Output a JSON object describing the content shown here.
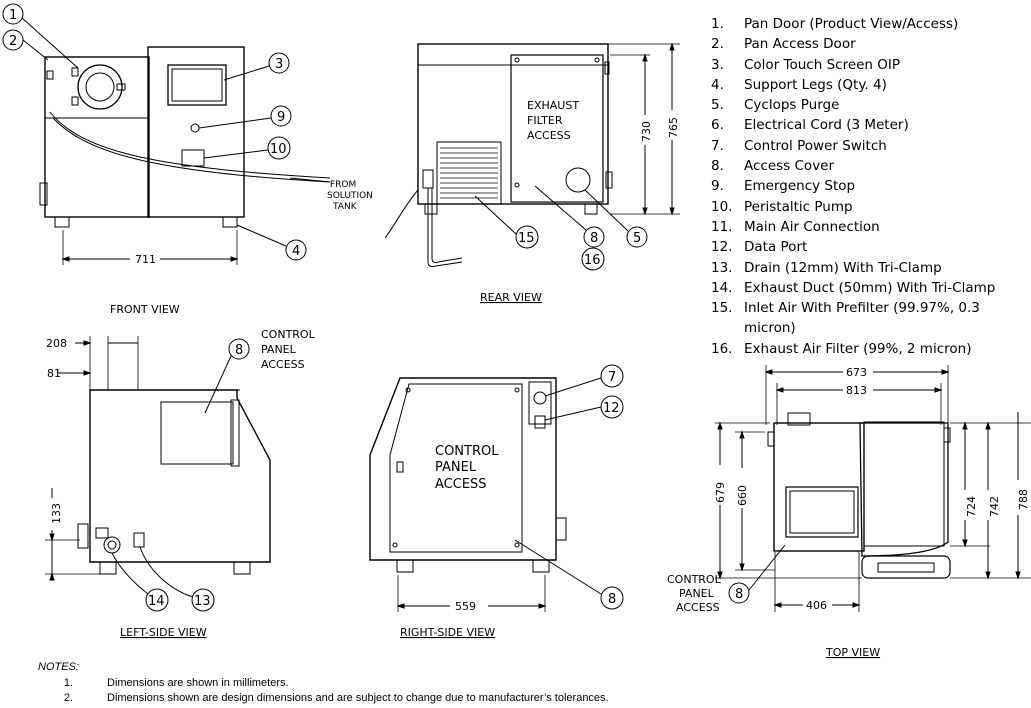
{
  "legend": [
    {
      "num": "1.",
      "text": "Pan Door (Product View/Access)"
    },
    {
      "num": "2.",
      "text": "Pan Access Door"
    },
    {
      "num": "3.",
      "text": "Color Touch Screen OIP"
    },
    {
      "num": "4.",
      "text": "Support Legs (Qty. 4)"
    },
    {
      "num": "5.",
      "text": "Cyclops Purge"
    },
    {
      "num": "6.",
      "text": "Electrical Cord (3 Meter)"
    },
    {
      "num": "7.",
      "text": "Control Power Switch"
    },
    {
      "num": "8.",
      "text": "Access Cover"
    },
    {
      "num": "9.",
      "text": "Emergency Stop"
    },
    {
      "num": "10.",
      "text": "Peristaltic Pump"
    },
    {
      "num": "11.",
      "text": "Main Air Connection"
    },
    {
      "num": "12.",
      "text": "Data Port"
    },
    {
      "num": "13.",
      "text": "Drain (12mm) With Tri-Clamp"
    },
    {
      "num": "14.",
      "text": "Exhaust Duct (50mm) With Tri-Clamp"
    },
    {
      "num": "15.",
      "text": "Inlet Air With Prefilter (99.97%, 0.3 micron)"
    },
    {
      "num": "16.",
      "text": "Exhaust Air Filter (99%, 2 micron)"
    }
  ],
  "views": {
    "front": "FRONT VIEW",
    "rear": "REAR VIEW",
    "left_side": "LEFT-SIDE VIEW",
    "right_side": "RIGHT-SIDE VIEW",
    "top": "TOP VIEW"
  },
  "labels": {
    "from_solution_tank": [
      "FROM",
      "SOLUTION",
      "TANK"
    ],
    "exhaust_filter_access": [
      "EXHAUST",
      "FILTER",
      "ACCESS"
    ],
    "control_panel_access": [
      "CONTROL",
      "PANEL",
      "ACCESS"
    ]
  },
  "dimensions": {
    "front_width": "711",
    "rear_height_730": "730",
    "rear_height_765": "765",
    "left_208": "208",
    "left_81": "81",
    "left_133": "133",
    "right_width": "559",
    "top_673": "673",
    "top_813": "813",
    "top_406": "406",
    "top_679": "679",
    "top_660": "660",
    "top_724": "724",
    "top_742": "742",
    "top_788": "788"
  },
  "callouts": {
    "c1": "1",
    "c2": "2",
    "c3": "3",
    "c4": "4",
    "c5": "5",
    "c7": "7",
    "c8": "8",
    "c9": "9",
    "c10": "10",
    "c12": "12",
    "c13": "13",
    "c14": "14",
    "c15": "15",
    "c16": "16"
  },
  "notes": {
    "title": "NOTES:",
    "items": [
      {
        "num": "1.",
        "text": "Dimensions are shown in millimeters."
      },
      {
        "num": "2.",
        "text": "Dimensions shown are design dimensions and are subject to change due to manufacturer’s tolerances."
      }
    ]
  }
}
